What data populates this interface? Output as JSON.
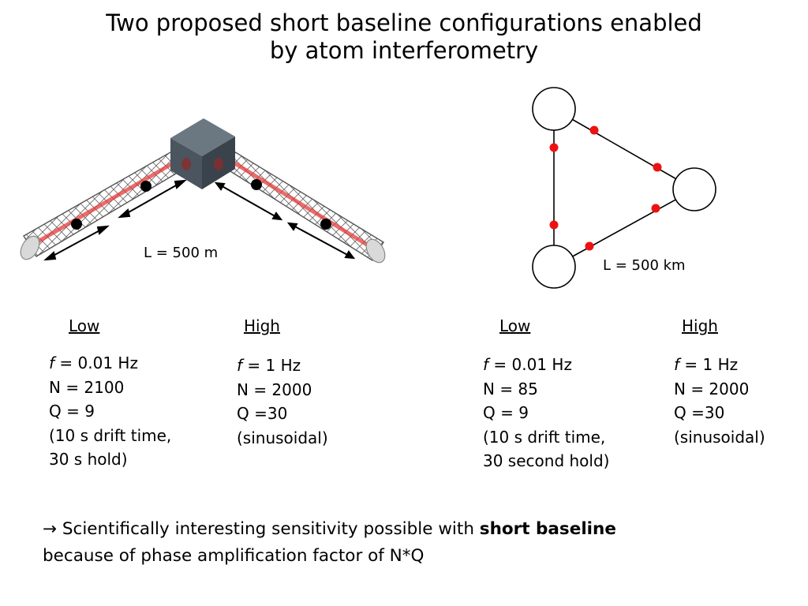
{
  "title": {
    "line1": "Two proposed short baseline configurations enabled",
    "line2": "by atom interferometry"
  },
  "left_config": {
    "baseline_label": "L = 500 m",
    "low": {
      "heading": "Low",
      "f_symbol": "f",
      "f_value": " = 0.01 Hz",
      "n": "N = 2100",
      "q": "Q = 9",
      "note1": "(10 s drift time,",
      "note2": "30 s hold)"
    },
    "high": {
      "heading": "High",
      "f_symbol": "f",
      "f_value": " = 1 Hz",
      "n": "N = 2000",
      "q": "Q =30",
      "note1": "(sinusoidal)"
    }
  },
  "right_config": {
    "baseline_label": "L = 500 km",
    "low": {
      "heading": "Low",
      "f_symbol": "f",
      "f_value": " = 0.01 Hz",
      "n": "N = 85",
      "q": "Q = 9",
      "note1": "(10 s drift time,",
      "note2": "30 second hold)"
    },
    "high": {
      "heading": "High",
      "f_symbol": "f",
      "f_value": " = 1 Hz",
      "n": "N = 2000",
      "q": "Q =30",
      "note1": "(sinusoidal)"
    }
  },
  "conclusion": {
    "arrow": "→",
    "text_before": " Scientifically interesting sensitivity possible with ",
    "bold": "short baseline",
    "line2": "because of phase amplification factor of N*Q"
  },
  "colors": {
    "laser_beam": "#e63c3c",
    "atom_dot_red": "#ee1111",
    "atom_dot_black": "#000000",
    "cube": "#4a5560"
  }
}
